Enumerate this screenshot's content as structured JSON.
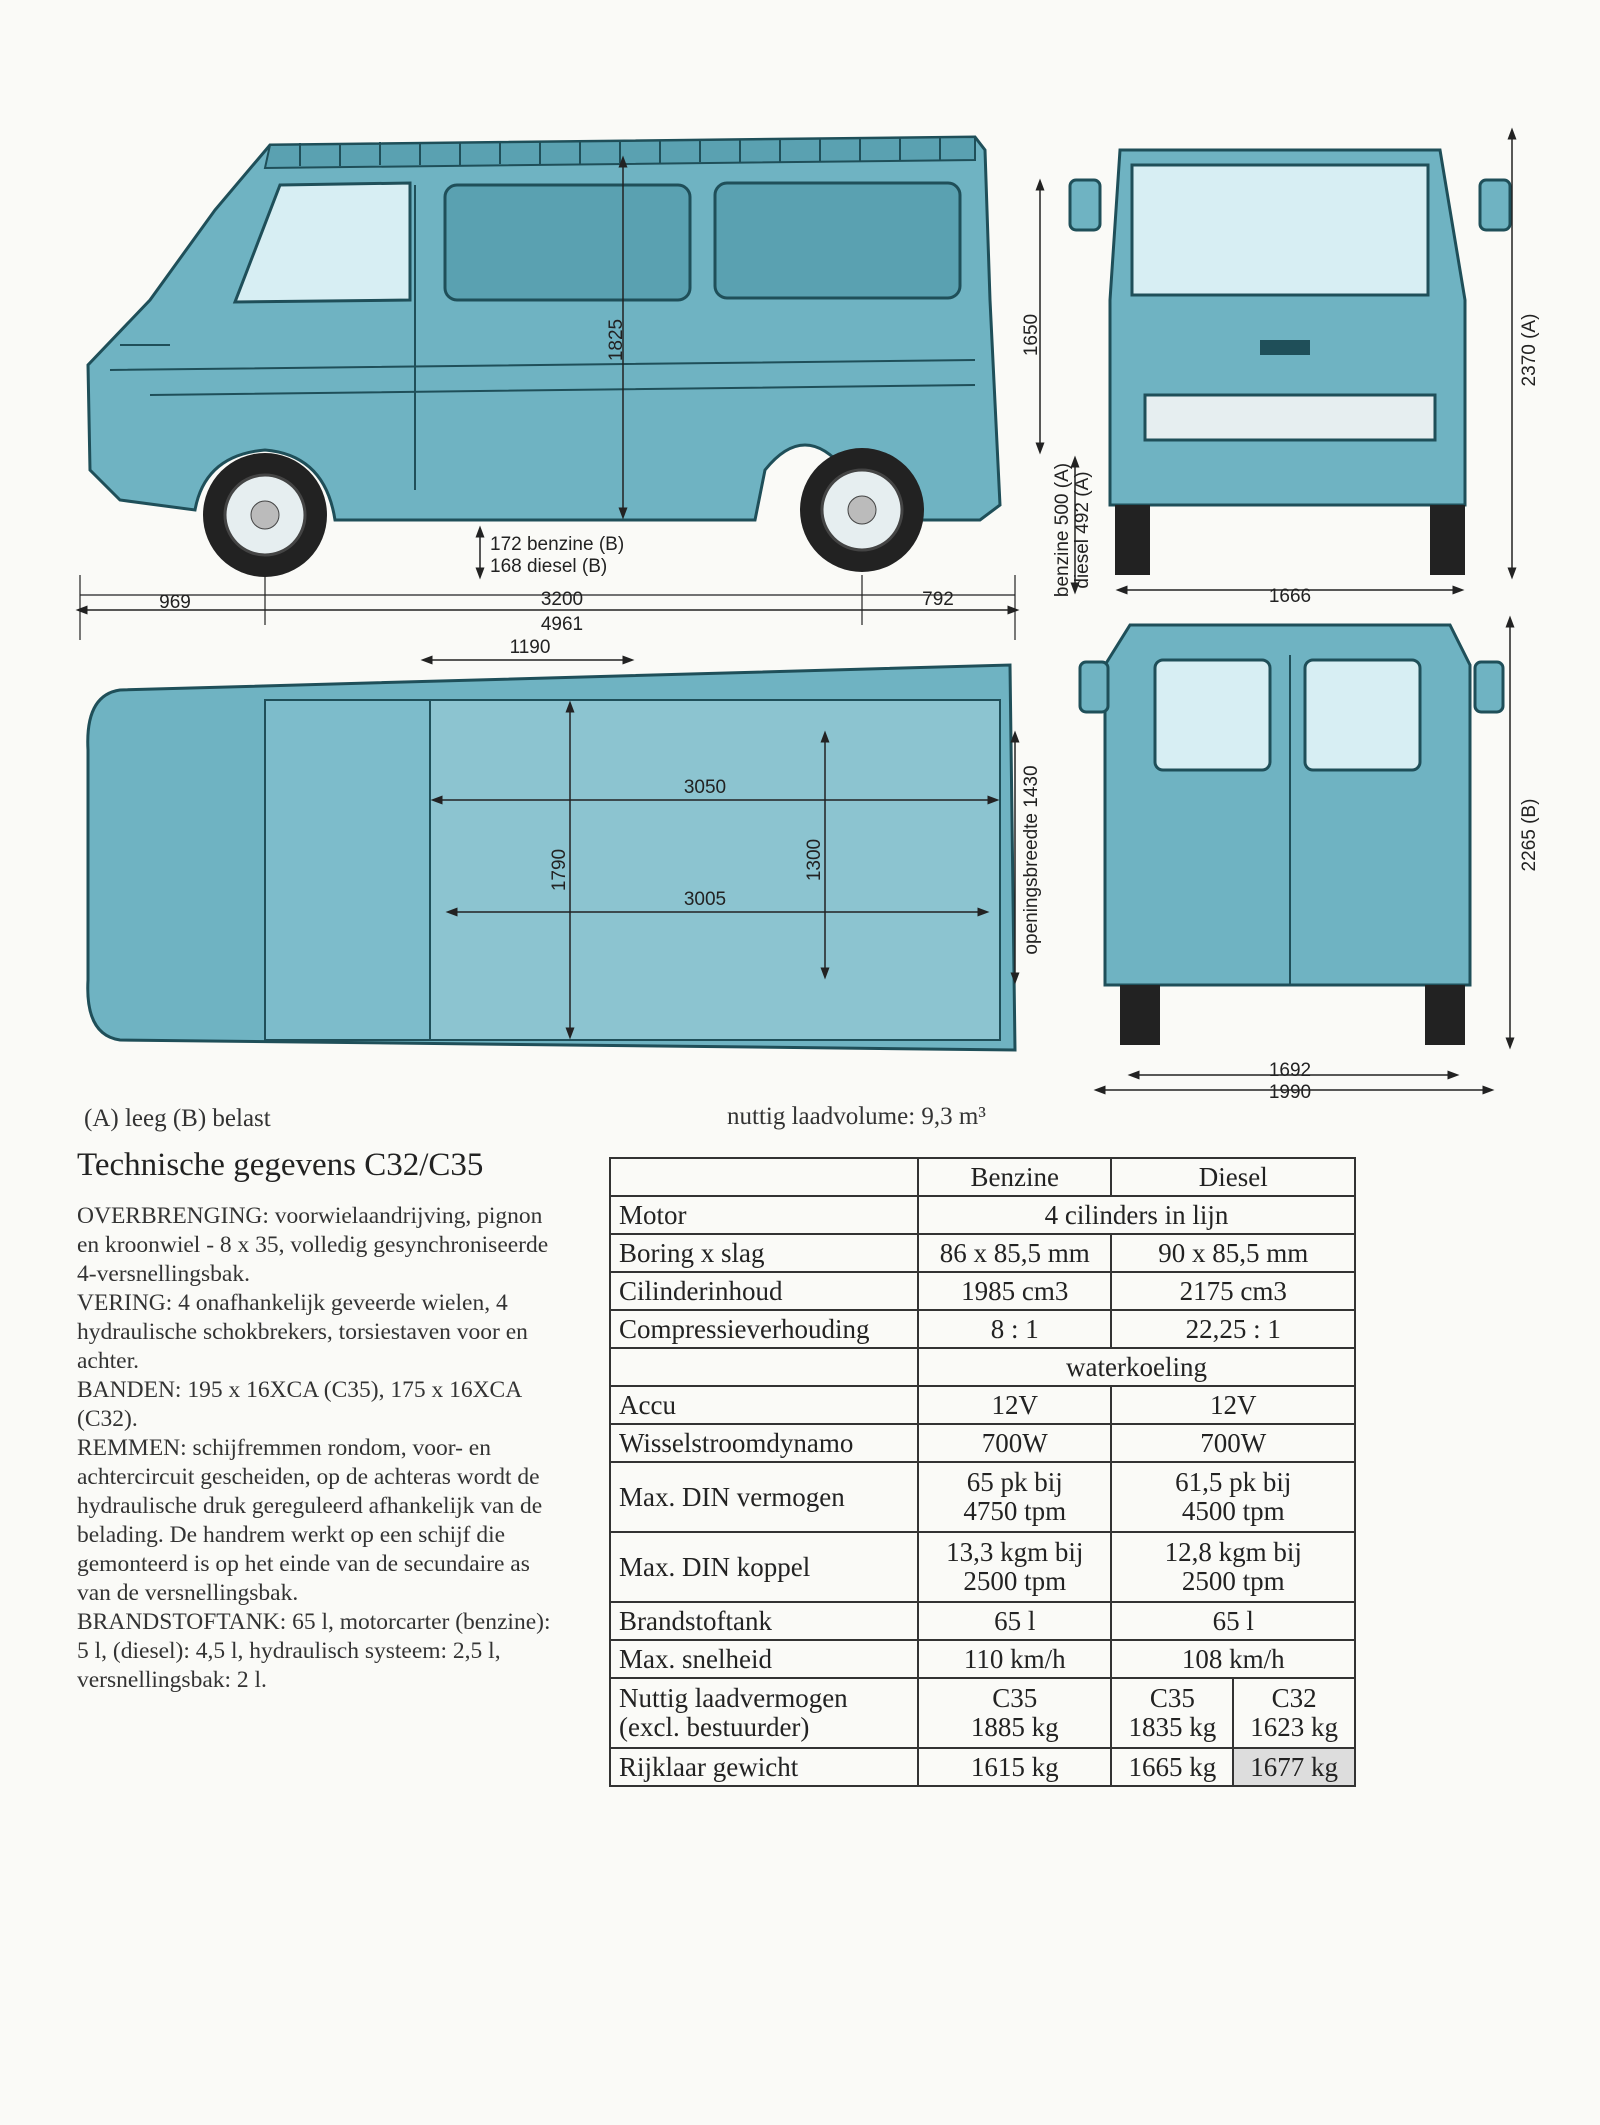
{
  "drawings": {
    "labels": {
      "height_1825": "1825",
      "height_1650": "1650",
      "ground_clearance_1": "172 benzine (B)",
      "ground_clearance_2": "168 diesel (B)",
      "front_overhang": "969",
      "wheelbase": "3200",
      "rear_overhang": "792",
      "total_length": "4961",
      "loadfloor_height_1": "benzine 500 (A)",
      "loadfloor_height_2": "diesel 492 (A)",
      "front_track": "1666",
      "height_empty": "2370 (A)",
      "height_loaded": "2265 (B)",
      "cab_length": "1190",
      "cargo_length_top": "3050",
      "cargo_length_floor": "3005",
      "cargo_width": "1790",
      "width_between_arches": "1300",
      "door_opening": "openingsbreedte 1430",
      "rear_track": "1692",
      "total_width": "1990"
    },
    "colors": {
      "body": "#6fb3c2",
      "body_dark": "#3f8796",
      "glass": "#d7eef3",
      "line": "#222222"
    }
  },
  "legend": "(A) leeg (B) belast",
  "volume": "nuttig laadvolume: 9,3 m³",
  "title": "Technische gegevens C32/C35",
  "paragraphs": [
    "OVERBRENGING: voorwielaandrijving, pignon en kroonwiel - 8 x 35, volledig gesynchroniseerde 4-versnellingsbak.",
    "VERING: 4 onafhankelijk geveerde wielen, 4 hydraulische schokbrekers, torsiestaven voor en achter.",
    "BANDEN: 195 x 16XCA (C35), 175 x 16XCA (C32).",
    "REMMEN: schijfremmen rondom, voor- en achtercircuit gescheiden, op de achteras wordt de hydraulische druk gereguleerd afhankelijk van de belading. De handrem werkt op een schijf die gemonteerd is op het einde van de secundaire as van de versnellingsbak.",
    "BRANDSTOFTANK: 65 l, motorcarter (benzine): 5 l, (diesel): 4,5 l, hydraulisch systeem: 2,5 l, versnellingsbak: 2 l."
  ],
  "table": {
    "header": [
      "Benzine",
      "Diesel"
    ],
    "rows": {
      "motor": {
        "label": "Motor",
        "value": "4 cilinders in lijn"
      },
      "bore": {
        "label": "Boring x slag",
        "benzine": "86 x 85,5 mm",
        "diesel": "90 x 85,5 mm"
      },
      "displacement": {
        "label": "Cilinderinhoud",
        "benzine": "1985 cm3",
        "diesel": "2175 cm3"
      },
      "compression": {
        "label": "Compressieverhouding",
        "benzine": "8 : 1",
        "diesel": "22,25 : 1"
      },
      "cooling": {
        "value": "waterkoeling"
      },
      "battery": {
        "label": "Accu",
        "benzine": "12V",
        "diesel": "12V"
      },
      "alternator": {
        "label": "Wisselstroomdynamo",
        "benzine": "700W",
        "diesel": "700W"
      },
      "power": {
        "label": "Max. DIN vermogen",
        "benzine_1": "65 pk bij",
        "benzine_2": "4750 tpm",
        "diesel_1": "61,5 pk bij",
        "diesel_2": "4500 tpm"
      },
      "torque": {
        "label": "Max. DIN koppel",
        "benzine_1": "13,3 kgm bij",
        "benzine_2": "2500 tpm",
        "diesel_1": "12,8 kgm bij",
        "diesel_2": "2500 tpm"
      },
      "tank": {
        "label": "Brandstoftank",
        "benzine": "65 l",
        "diesel": "65 l"
      },
      "speed": {
        "label": "Max. snelheid",
        "benzine": "110 km/h",
        "diesel": "108 km/h"
      },
      "payload": {
        "label_1": "Nuttig laadvermogen",
        "label_2": "(excl. bestuurder)",
        "benzine_1": "C35",
        "benzine_2": "1885 kg",
        "diesel_c35_1": "C35",
        "diesel_c35_2": "1835 kg",
        "diesel_c32_1": "C32",
        "diesel_c32_2": "1623 kg"
      },
      "weight": {
        "label": "Rijklaar gewicht",
        "benzine": "1615 kg",
        "diesel_c35": "1665 kg",
        "diesel_c32": "1677 kg"
      }
    }
  }
}
